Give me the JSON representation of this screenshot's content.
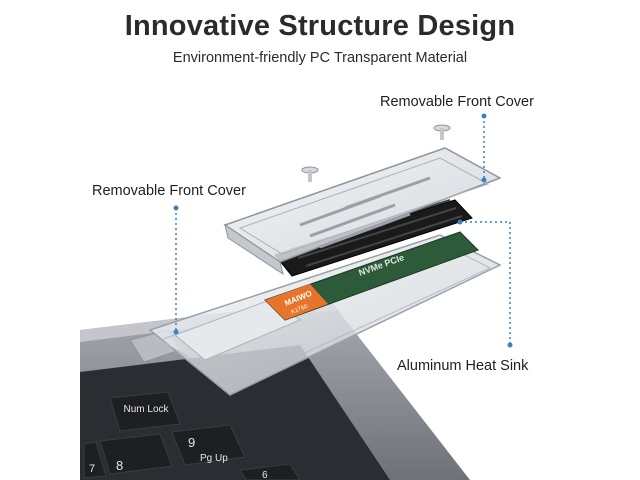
{
  "header": {
    "title": "Innovative Structure Design",
    "subtitle": "Environment-friendly PC Transparent Material"
  },
  "callouts": {
    "top_right": "Removable Front Cover",
    "left": "Removable Front Cover",
    "bottom_right": "Aluminum Heat Sink"
  },
  "ssd_label": {
    "brand": "MAIWO",
    "model": "K1760",
    "pcb_text": "NVMe PCIe"
  },
  "keyboard": {
    "keys": [
      "Num Lock",
      "9",
      "Pg Up",
      "8",
      "7",
      "6"
    ]
  },
  "colors": {
    "title": "#2b2b2b",
    "callout_dot": "#3c7fc4",
    "ssd_label": "#e8742a",
    "heatsink": "#1a1a1a",
    "laptop": "#8e9097",
    "keycap": "#1e1f23"
  }
}
